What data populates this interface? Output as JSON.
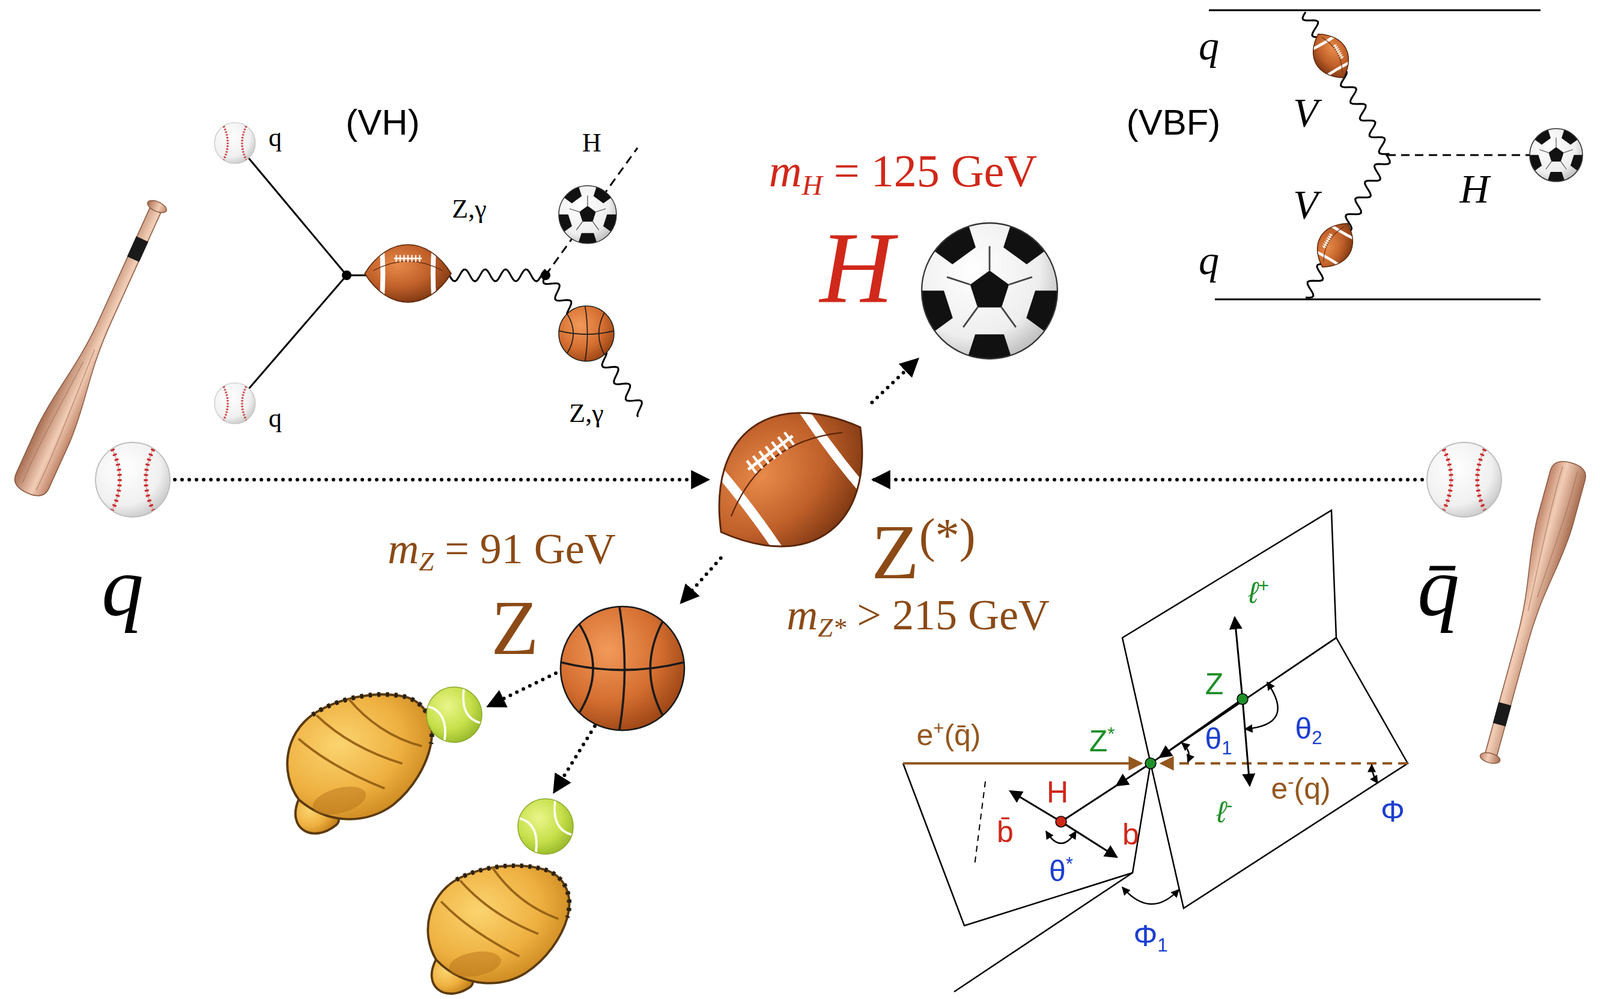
{
  "diagram": {
    "nodes": [
      {
        "text": [
          "mH = 125 GeV",
          "H"
        ]
      },
      {
        "text": [
          "q"
        ]
      },
      {
        "text": [
          "Z(*)",
          "mZ* > 215 GeV"
        ]
      },
      {
        "text": [
          "q̄"
        ]
      },
      {
        "text": [
          "mZ = 91 GeV",
          "Z"
        ]
      }
    ],
    "edges": [
      {
        "from": 1,
        "to": 2,
        "arrow": "to"
      },
      {
        "from": 3,
        "to": 2,
        "arrow": "to"
      },
      {
        "from": 2,
        "to": 0,
        "arrow": "to"
      },
      {
        "from": 2,
        "to": 4,
        "arrow": "to"
      }
    ],
    "labels": [
      "(VH)",
      "q",
      "q",
      "H",
      "Z,γ",
      "Z,γ",
      "(VBF)",
      "q",
      "V",
      "V",
      "H",
      "q",
      "e+(q̄)",
      "Z*",
      "Z",
      "ℓ+",
      "θ1",
      "θ2",
      "ℓ-",
      "e-(q)",
      "H",
      "b̄",
      "b",
      "θ*",
      "Φ",
      "Φ1"
    ]
  }
}
